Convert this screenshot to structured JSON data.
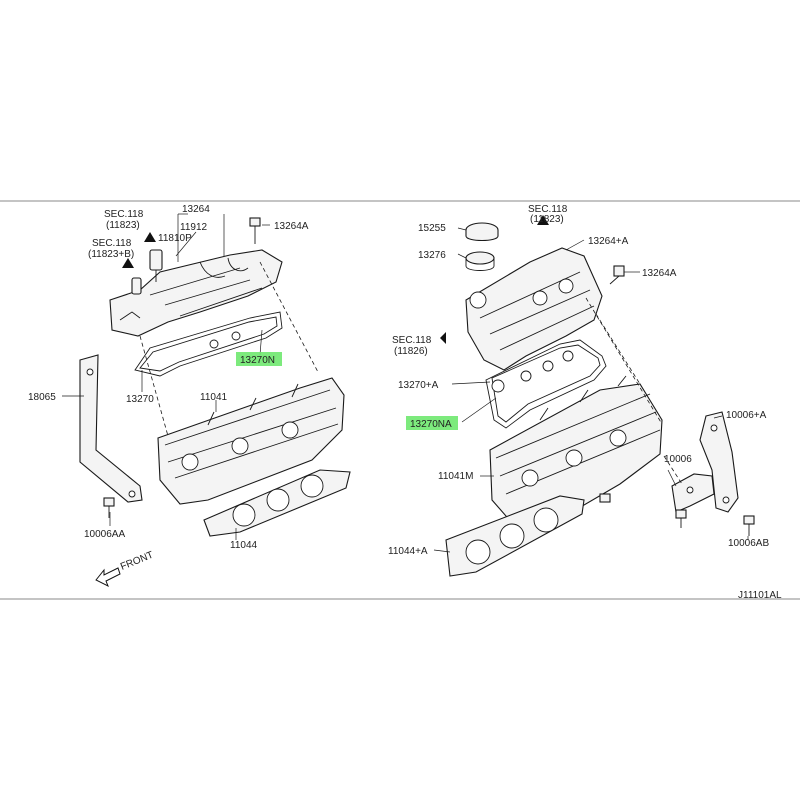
{
  "diagram_id": "J11101AL",
  "front_label": "FRONT",
  "highlight_color": "#6fe86f",
  "left_assembly": {
    "sec_118_11823": "SEC.118\n(11823)",
    "sec_118_11823b": "SEC.118\n(11823+B)",
    "p11810P": "11810P",
    "p11912": "11912",
    "p13264": "13264",
    "p13264A": "13264A",
    "p13270N": "13270N",
    "p13270": "13270",
    "p18065": "18065",
    "p11041": "11041",
    "p10006AA": "10006AA",
    "p11044": "11044"
  },
  "right_assembly": {
    "sec_118_11823": "SEC.118\n(11823)",
    "p15255": "15255",
    "p13276": "13276",
    "p13264plusA": "13264+A",
    "p13264A": "13264A",
    "sec_118_11826": "SEC.118\n(11826)",
    "p13270plusA": "13270+A",
    "p13270NA": "13270NA",
    "p11041M": "11041M",
    "p10006": "10006",
    "p10006plusA": "10006+A",
    "p10006AB": "10006AB",
    "p11044plusA": "11044+A"
  }
}
